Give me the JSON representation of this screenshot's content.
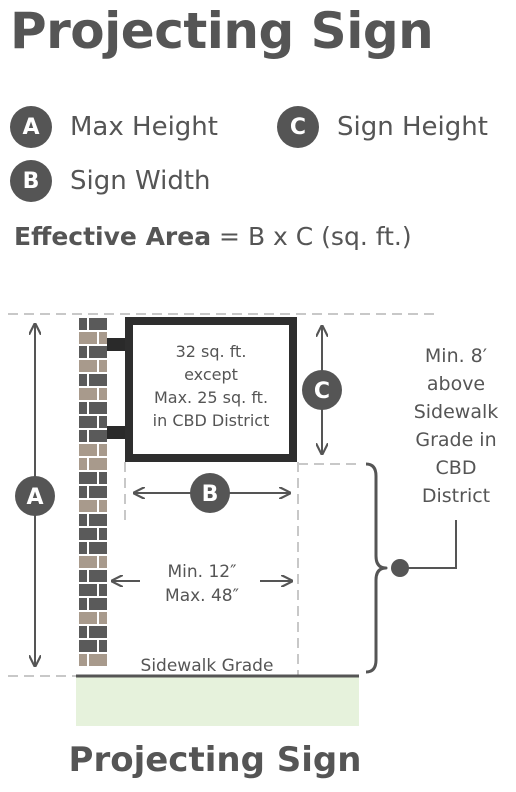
{
  "title": "Projecting Sign",
  "legend": [
    {
      "letter": "A",
      "label": "Max Height"
    },
    {
      "letter": "B",
      "label": "Sign Width"
    },
    {
      "letter": "C",
      "label": "Sign Height"
    }
  ],
  "formula": {
    "label": "Effective Area",
    "expression": "= B x C (sq. ft.)"
  },
  "diagram": {
    "sign_text": [
      "32 sq. ft.",
      "except",
      "Max. 25 sq. ft.",
      "in CBD District"
    ],
    "marker_a": "A",
    "marker_b": "B",
    "marker_c": "C",
    "projection_text": [
      "Min. 12″",
      "Max. 48″"
    ],
    "sidewalk_label": "Sidewalk Grade",
    "clearance_text": [
      "Min. 8′",
      "above",
      "Sidewalk",
      "Grade in",
      "CBD",
      "District"
    ]
  },
  "colors": {
    "dark_gray": "#555555",
    "dashed_line": "#c8c8c8",
    "ground": "#e6f2dc",
    "brick_dark": "#5a5a5a",
    "brick_tan": "#a89a8c"
  },
  "footer_title": "Projecting Sign"
}
